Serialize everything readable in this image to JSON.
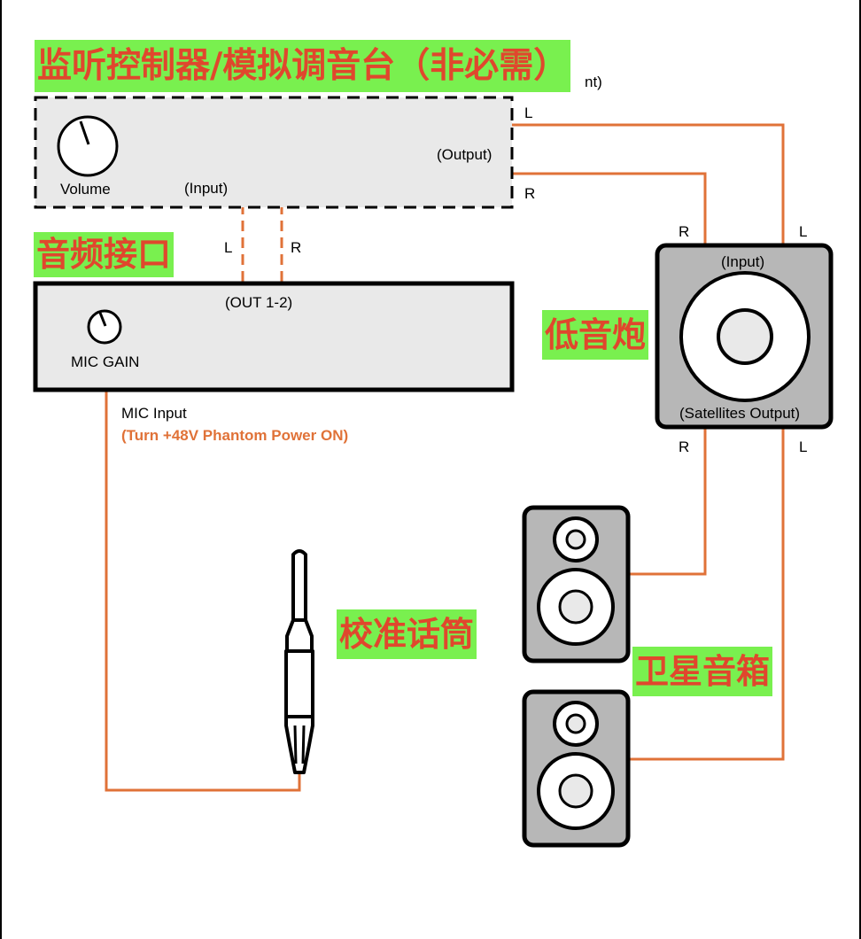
{
  "colors": {
    "cable": "#e07238",
    "device_fill": "#e9e9e9",
    "speaker_fill": "#b7b7b7",
    "label_bg": "#79f04f",
    "label_text": "#e0472d",
    "note_text": "#e07238"
  },
  "monitor_controller": {
    "tag": "监听控制器/模拟调音台（非必需）",
    "tag_overflow_text": "nt)",
    "volume_label": "Volume",
    "input_label": "(Input)",
    "output_label": "(Output)",
    "output_l": "L",
    "output_r": "R"
  },
  "audio_interface": {
    "tag": "音频接口",
    "out_label": "(OUT 1-2)",
    "out_l": "L",
    "out_r": "R",
    "mic_gain_label": "MIC GAIN",
    "mic_input_label": "MIC Input",
    "phantom_note": "(Turn +48V Phantom Power ON)"
  },
  "subwoofer": {
    "tag": "低音炮",
    "input_label": "(Input)",
    "output_label": "(Satellites Output)",
    "in_r": "R",
    "in_l": "L",
    "out_r": "R",
    "out_l": "L"
  },
  "mic": {
    "tag": "校准话筒"
  },
  "satellites": {
    "tag": "卫星音箱"
  }
}
